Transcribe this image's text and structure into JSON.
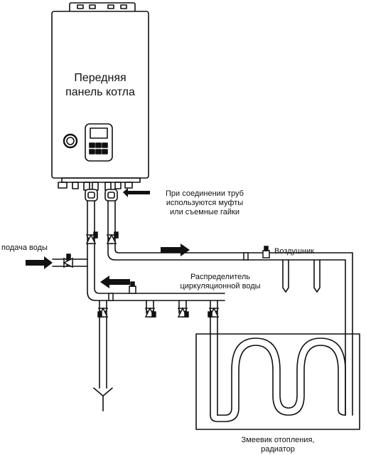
{
  "boiler": {
    "title_line1": "Передняя",
    "title_line2": "панель котла"
  },
  "labels": {
    "pipe_note_line1": "При соединении труб",
    "pipe_note_line2": "используются муфты",
    "pipe_note_line3": "или съемные гайки",
    "water_supply": "подача воды",
    "air_vent": "Воздушник",
    "distributor_line1": "Распределитель",
    "distributor_line2": "циркуляционной воды",
    "radiator_line1": "Змеевик отопления,",
    "radiator_line2": "радиатор"
  },
  "colors": {
    "stroke": "#111111",
    "fill": "#ffffff",
    "arrow": "#111111"
  }
}
